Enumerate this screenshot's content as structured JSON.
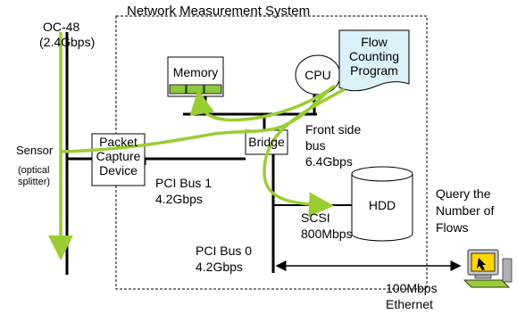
{
  "title": "Network Measurement System",
  "link": {
    "name": "OC-48",
    "rate": "(2.4Gbps)"
  },
  "sensor": {
    "label": "Sensor",
    "note_line1": "(optical",
    "note_line2": "splitter)"
  },
  "capture_device": {
    "line1": "Packet",
    "line2": "Capture",
    "line3": "Device"
  },
  "memory": {
    "label": "Memory"
  },
  "cpu": {
    "label": "CPU"
  },
  "program": {
    "line1": "Flow",
    "line2": "Counting",
    "line3": "Program"
  },
  "bridge": {
    "label": "Bridge"
  },
  "fsb": {
    "line1": "Front side",
    "line2": "bus",
    "line3": "6.4Gbps"
  },
  "hdd": {
    "label": "HDD"
  },
  "pci1": {
    "line1": "PCI Bus 1",
    "line2": "4.2Gbps"
  },
  "pci0": {
    "line1": "PCI Bus 0",
    "line2": "4.2Gbps"
  },
  "scsi": {
    "line1": "SCSI",
    "line2": "800Mbps"
  },
  "query": {
    "line1": "Query the",
    "line2": "Number of",
    "line3": "Flows"
  },
  "ethernet": {
    "line1": "100Mbps",
    "line2": "Ethernet"
  },
  "colors": {
    "flow_arrow": "#9ACD32",
    "program_fill": "#D9F1F7",
    "memory_cells": "#8DC63F"
  },
  "icons": {
    "terminal": "computer-terminal-icon"
  }
}
